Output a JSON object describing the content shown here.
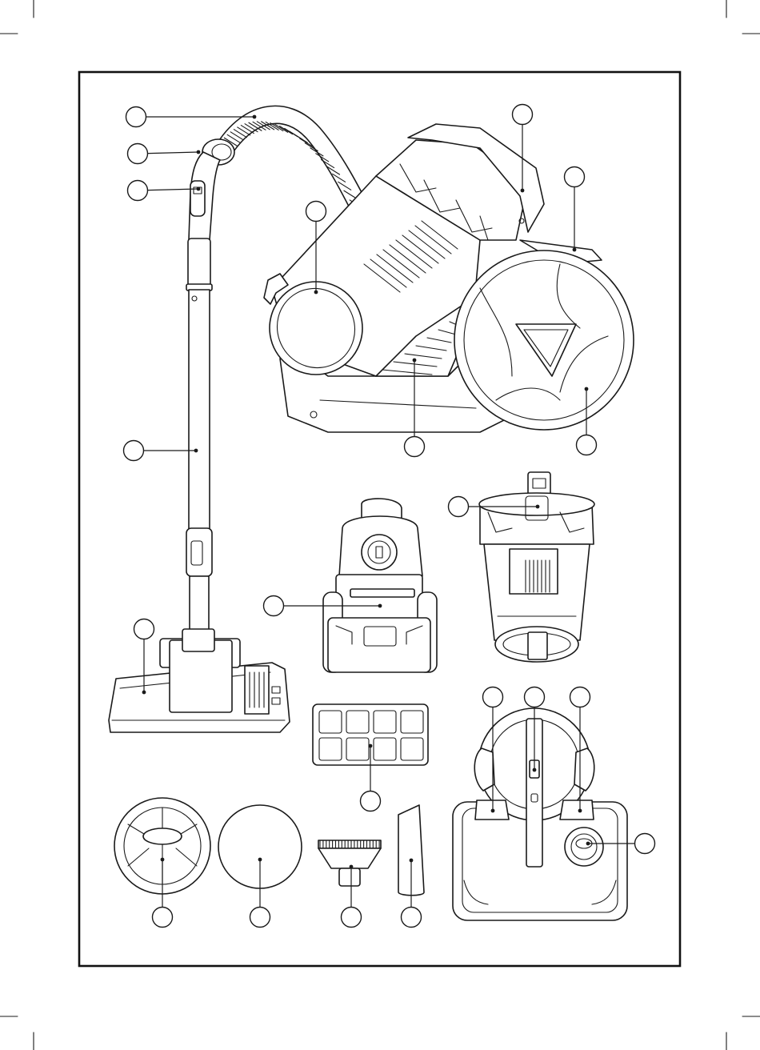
{
  "figure": {
    "description_free": true,
    "callouts": [
      {
        "id": "c-hose"
      },
      {
        "id": "c-handle"
      },
      {
        "id": "c-suction-slider"
      },
      {
        "id": "c-carry-handle"
      },
      {
        "id": "c-cord-rewind"
      },
      {
        "id": "c-dust-container"
      },
      {
        "id": "c-tube"
      },
      {
        "id": "c-vent-grille"
      },
      {
        "id": "c-wheel"
      },
      {
        "id": "c-cyclone-handle"
      },
      {
        "id": "c-exhaust-cover"
      },
      {
        "id": "c-floor-brush"
      },
      {
        "id": "c-hepa-filter"
      },
      {
        "id": "c-release-left"
      },
      {
        "id": "c-container-latch"
      },
      {
        "id": "c-release-right"
      },
      {
        "id": "c-hose-inlet"
      },
      {
        "id": "c-foam-frame"
      },
      {
        "id": "c-foam-disc"
      },
      {
        "id": "c-upholstery-nozzle"
      },
      {
        "id": "c-crevice-tool"
      }
    ]
  },
  "colors": {
    "line": "#1a1a1a",
    "paper": "#ffffff"
  }
}
